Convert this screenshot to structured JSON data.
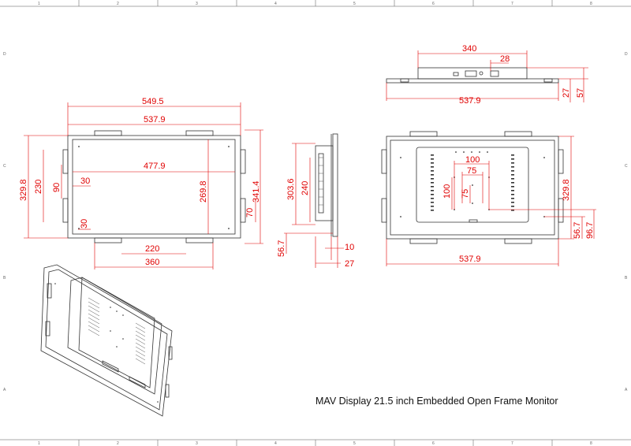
{
  "sheet": {
    "col_labels": [
      "1",
      "2",
      "3",
      "4",
      "5",
      "6",
      "7",
      "8"
    ],
    "row_labels": [
      "D",
      "C",
      "B",
      "A"
    ],
    "title": "MAV Display 21.5 inch Embedded Open Frame Monitor"
  },
  "front_view": {
    "dims": {
      "overall_width": "549.5",
      "frame_width": "537.9",
      "active_width": "477.9",
      "overall_height": "329.8",
      "height_230": "230",
      "height_90": "90",
      "offset_30_top": "30",
      "offset_30_bottom": "30",
      "active_height": "269.8",
      "outer_height": "341.4",
      "offset_70": "70",
      "bottom_220": "220",
      "bottom_360": "360"
    }
  },
  "side_view": {
    "dims": {
      "height_303_6": "303.6",
      "height_240": "240",
      "offset_56_7": "56.7",
      "depth_10": "10",
      "depth_27": "27"
    }
  },
  "top_view": {
    "dims": {
      "width_340": "340",
      "width_28": "28",
      "width_537_9": "537.9",
      "height_27": "27",
      "height_57": "57"
    }
  },
  "rear_view": {
    "dims": {
      "vesa_100_h": "100",
      "vesa_75_h": "75",
      "vesa_100_v": "100",
      "vesa_75_v": "75",
      "height_329_8": "329.8",
      "offset_56_7": "56.7",
      "offset_96_7": "96.7",
      "width_537_9": "537.9"
    }
  }
}
